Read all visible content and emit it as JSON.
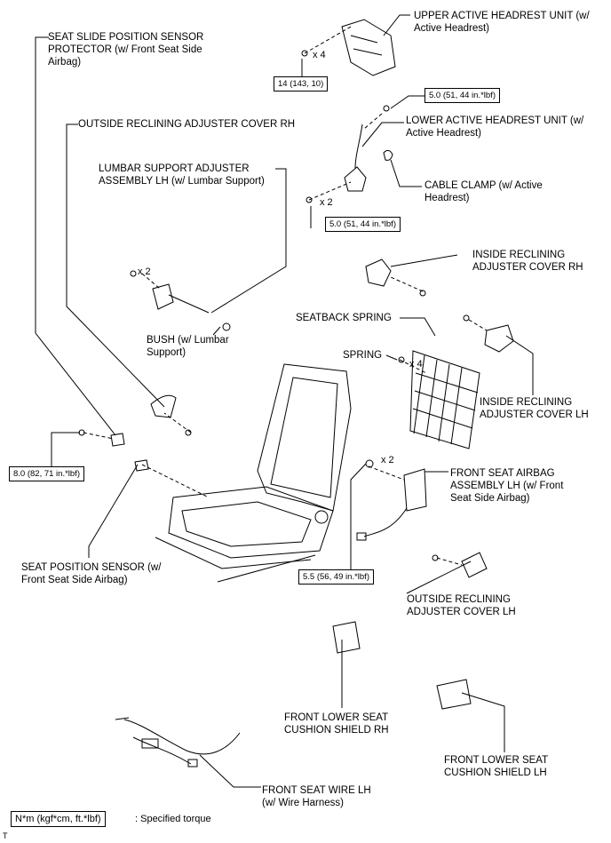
{
  "labels": {
    "upper_headrest": "UPPER ACTIVE HEADREST UNIT (w/\nActive Headrest)",
    "slide_sensor_protector": "SEAT SLIDE POSITION SENSOR\nPROTECTOR (w/ Front Seat Side\nAirbag)",
    "lower_headrest": "LOWER ACTIVE HEADREST UNIT (w/\nActive Headrest)",
    "outside_cover_rh": "OUTSIDE RECLINING ADJUSTER COVER RH",
    "cable_clamp": "CABLE CLAMP (w/ Active\nHeadrest)",
    "lumbar": "LUMBAR SUPPORT ADJUSTER\nASSEMBLY LH (w/ Lumbar Support)",
    "inside_cover_rh": "INSIDE RECLINING\nADJUSTER COVER RH",
    "seatback_spring": "SEATBACK SPRING",
    "bush": "BUSH (w/ Lumbar\nSupport)",
    "spring": "SPRING",
    "inside_cover_lh": "INSIDE RECLINING\nADJUSTER COVER LH",
    "airbag": "FRONT SEAT AIRBAG\nASSEMBLY LH (w/ Front\nSeat Side Airbag)",
    "seat_position_sensor": "SEAT POSITION SENSOR (w/\nFront Seat Side Airbag)",
    "outside_cover_lh": "OUTSIDE RECLINING\nADJUSTER COVER LH",
    "lower_shield_rh": "FRONT LOWER SEAT\nCUSHION SHIELD RH",
    "lower_shield_lh": "FRONT LOWER SEAT\nCUSHION SHIELD LH",
    "wire_lh": "FRONT SEAT WIRE LH\n(w/ Wire Harness)"
  },
  "torques": {
    "t14": "14 (143, 10)",
    "t50a": "5.0 (51, 44 in.*lbf)",
    "t50b": "5.0 (51, 44 in.*lbf)",
    "t80": "8.0 (82, 71 in.*lbf)",
    "t55": "5.5 (56, 49 in.*lbf)"
  },
  "quantities": {
    "q_headrest": "x 4",
    "q_lower": "x 2",
    "q_lumbar": "x 2",
    "q_spring": "x 4",
    "q_airbag": "x 2"
  },
  "legend": {
    "unit": "N*m (kgf*cm, ft.*lbf)",
    "meaning": ": Specified torque"
  },
  "corner_mark": "T"
}
